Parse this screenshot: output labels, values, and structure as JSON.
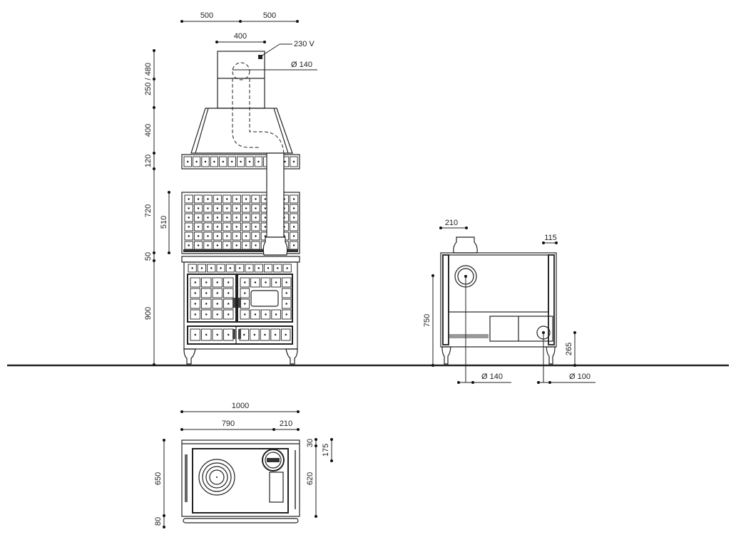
{
  "front_view": {
    "width_left": "500",
    "width_right": "500",
    "chimney_width": "400",
    "voltage": "230 V",
    "flue_diameter": "Ø 140",
    "height_chimney": "250 / 480",
    "height_hood": "400",
    "height_band": "120",
    "height_upper": "720",
    "height_tiles": "510",
    "height_gap": "50",
    "height_body": "900"
  },
  "side_view": {
    "flue_offset": "210",
    "rear_offset": "115",
    "flue_height": "750",
    "air_height": "265",
    "flue_diameter": "Ø 140",
    "air_diameter": "Ø 100"
  },
  "plan_view": {
    "total_width": "1000",
    "hob_width": "790",
    "side_width": "210",
    "depth": "650",
    "handle_depth": "80",
    "rear_gap": "30",
    "inner_depth": "620",
    "flue_depth": "175"
  }
}
